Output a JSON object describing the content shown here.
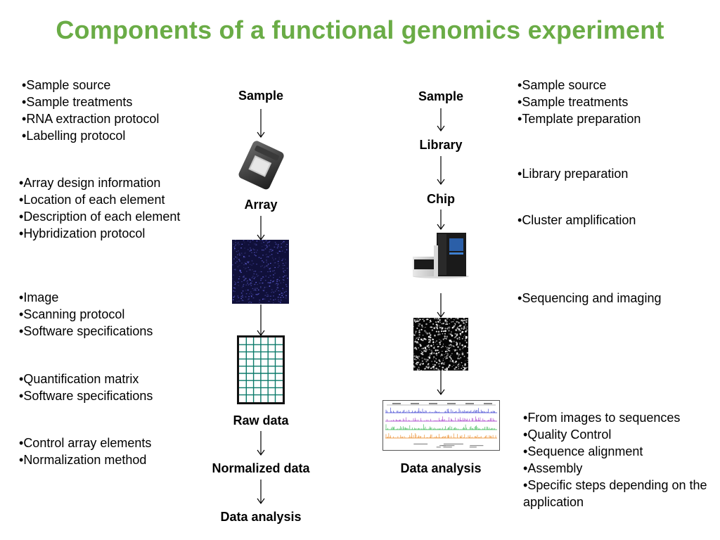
{
  "title": "Components of a functional genomics experiment",
  "left_notes": {
    "sample": [
      "Sample source",
      "Sample treatments",
      "RNA extraction protocol",
      "Labelling protocol"
    ],
    "array": [
      "Array design information",
      "Location of each element",
      "Description of each element",
      "Hybridization protocol"
    ],
    "image": [
      "Image",
      "Scanning protocol",
      "Software specifications"
    ],
    "quant": [
      "Quantification matrix",
      "Software specifications"
    ],
    "norm": [
      "Control array elements",
      "Normalization method"
    ]
  },
  "microarray_flow": {
    "sample": "Sample",
    "array": "Array",
    "raw": "Raw data",
    "normalized": "Normalized data",
    "analysis": "Data analysis"
  },
  "sequencing_flow": {
    "sample": "Sample",
    "library": "Library",
    "chip": "Chip",
    "analysis": "Data analysis"
  },
  "right_notes": {
    "sample": [
      "Sample source",
      "Sample treatments",
      "Template preparation"
    ],
    "library": [
      "Library preparation"
    ],
    "cluster": [
      "Cluster amplification"
    ],
    "sequencing": [
      "Sequencing and imaging"
    ],
    "analysis": [
      "From images to sequences",
      "Quality Control",
      "Sequence alignment",
      "Assembly",
      "Specific steps depending on the application"
    ]
  },
  "colors": {
    "title": "#6aac46",
    "grid": "#0b7a6a",
    "track1": "#3a3fd0",
    "track2": "#a236c8",
    "track3": "#2fb34a",
    "track4": "#e8851e"
  }
}
